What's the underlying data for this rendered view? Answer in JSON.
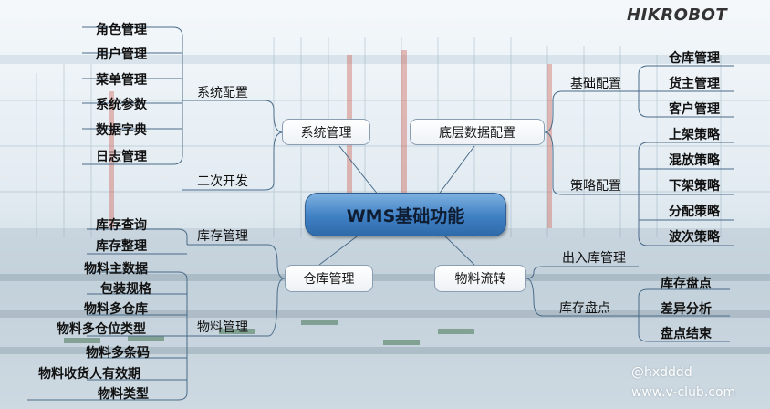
{
  "brand": {
    "logo_text": "HIKROBOT"
  },
  "watermarks": [
    "@hxdddd",
    "www.v-club.com"
  ],
  "center": {
    "label": "WMS基础功能"
  },
  "branches": {
    "system": {
      "label": "系统管理",
      "groups": [
        {
          "label": "系统配置",
          "items": [
            "角色管理",
            "用户管理",
            "菜单管理",
            "系统参数",
            "数据字典",
            "日志管理"
          ]
        },
        {
          "label": "二次开发",
          "items": []
        }
      ]
    },
    "base": {
      "label": "底层数据配置",
      "groups": [
        {
          "label": "基础配置",
          "items": [
            "仓库管理",
            "货主管理",
            "客户管理"
          ]
        },
        {
          "label": "策略配置",
          "items": [
            "上架策略",
            "混放策略",
            "下架策略",
            "分配策略",
            "波次策略"
          ]
        }
      ]
    },
    "warehouse": {
      "label": "仓库管理",
      "groups": [
        {
          "label": "库存管理",
          "items": [
            "库存查询",
            "库存整理"
          ]
        },
        {
          "label": "物料管理",
          "items": [
            "物料主数据",
            "包装规格",
            "物料多仓库",
            "物料多仓位类型",
            "物料多条码",
            "物料收货人有效期",
            "物料类型"
          ]
        }
      ]
    },
    "flow": {
      "label": "物料流转",
      "groups": [
        {
          "label": "出入库管理",
          "items": []
        },
        {
          "label": "库存盘点",
          "items": [
            "库存盘点",
            "差异分析",
            "盘点结束"
          ]
        }
      ]
    }
  }
}
